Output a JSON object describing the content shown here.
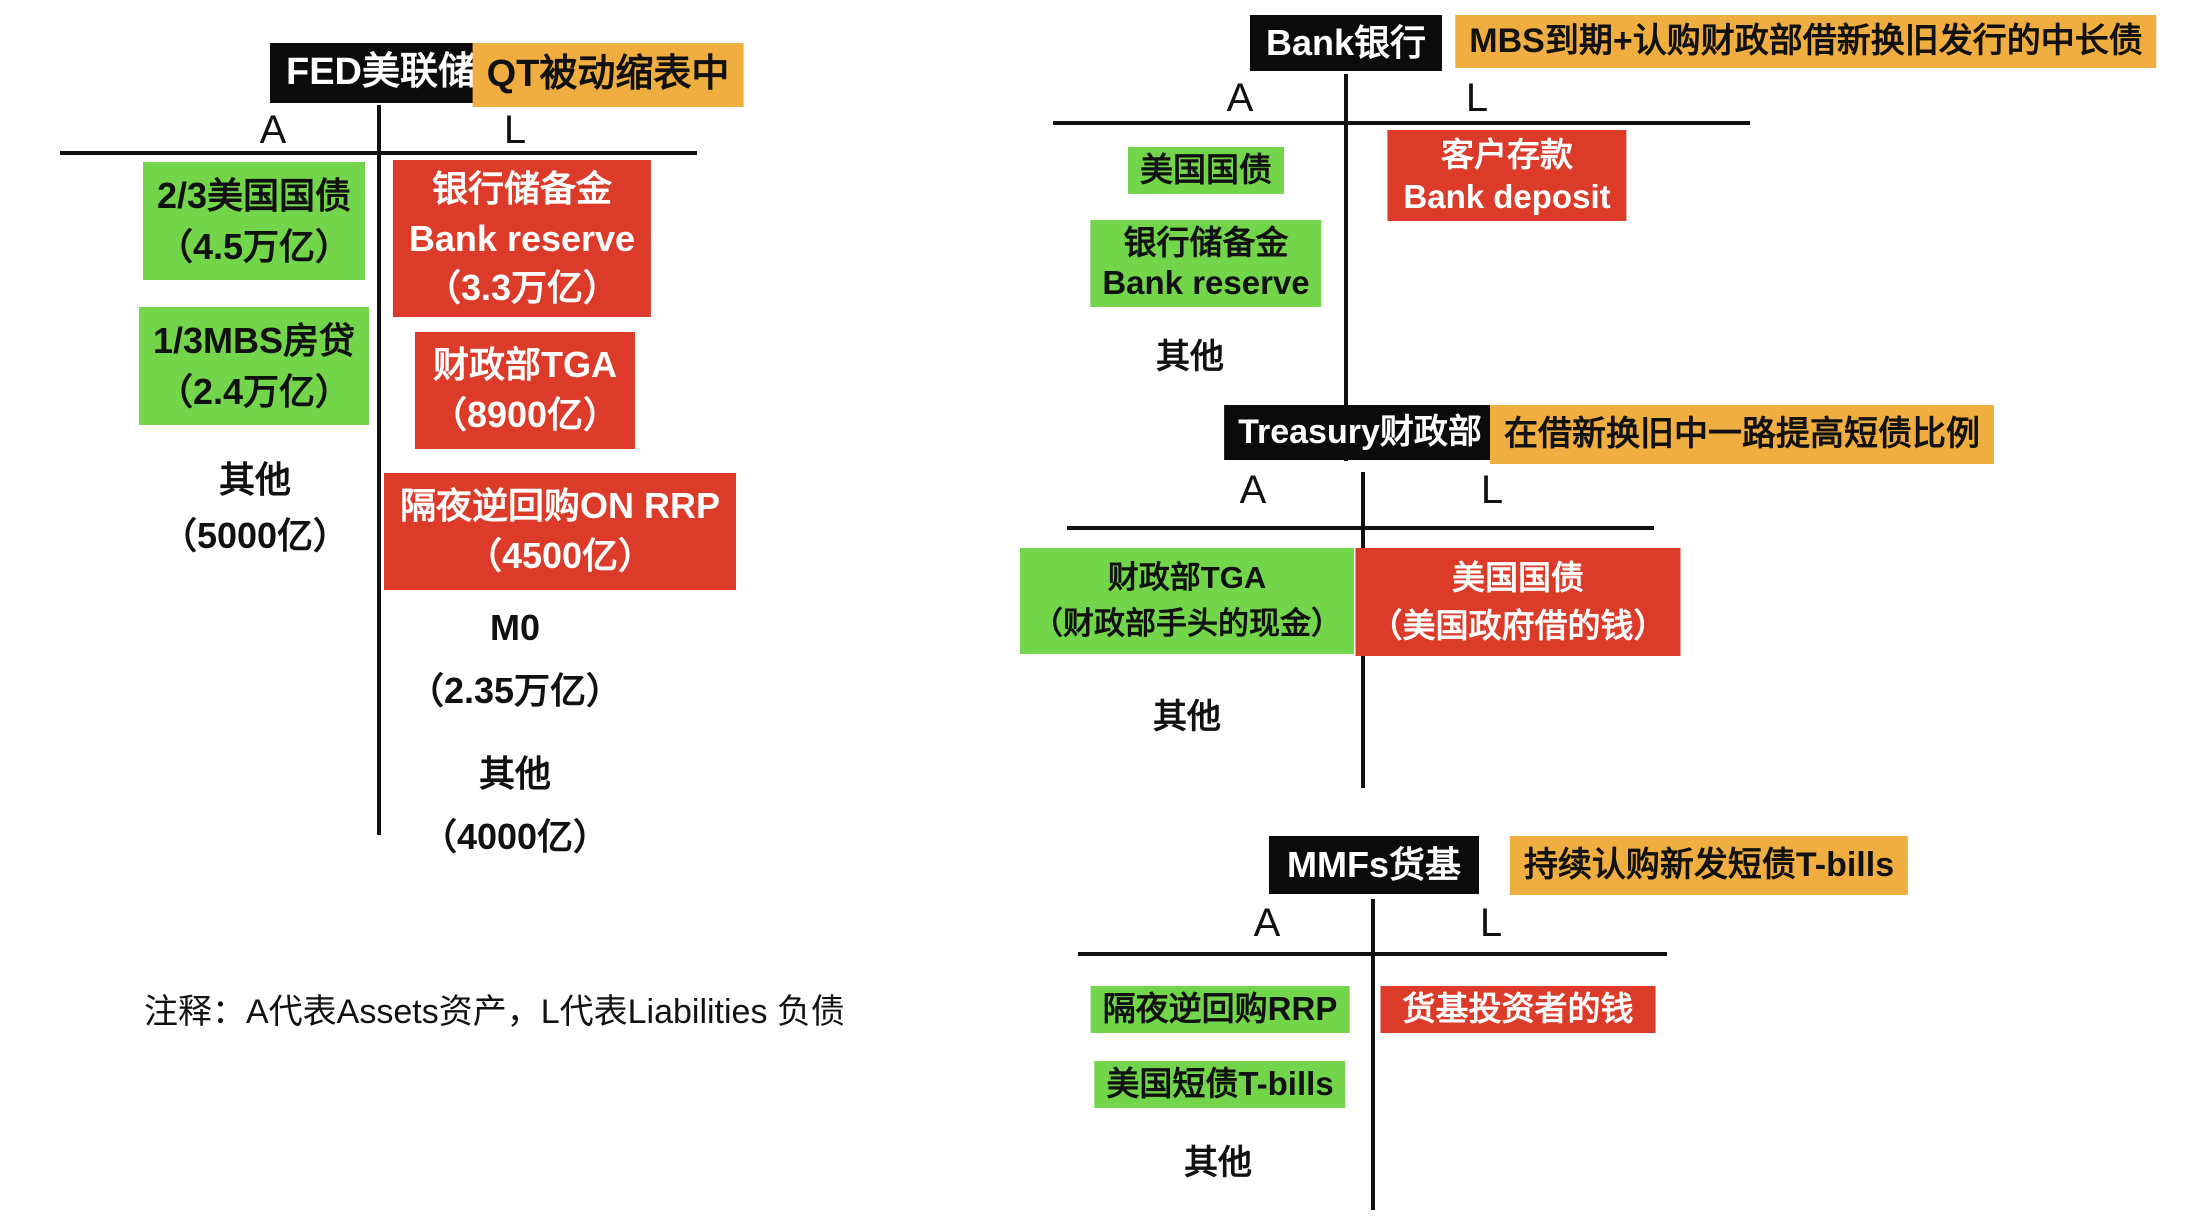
{
  "palette": {
    "green": "#72D54A",
    "red": "#DD3B29",
    "orange": "#F0AE41",
    "ink": "#0b0b0b"
  },
  "fed": {
    "title": "FED美联储",
    "tag": "QT被动缩表中",
    "a_label": "A",
    "l_label": "L",
    "a1": "2/3美国国债\n（4.5万亿）",
    "a2": "1/3MBS房贷\n（2.4万亿）",
    "a3": "其他\n（5000亿）",
    "l1": "银行储备金\nBank reserve\n（3.3万亿）",
    "l2": "财政部TGA\n（8900亿）",
    "l3": "隔夜逆回购ON RRP\n（4500亿）",
    "l4": "M0\n（2.35万亿）",
    "l5": "其他\n（4000亿）"
  },
  "bank": {
    "title": "Bank银行",
    "tag": "MBS到期+认购财政部借新换旧发行的中长债",
    "a_label": "A",
    "l_label": "L",
    "a1": "美国国债",
    "a2": "银行储备金\nBank reserve",
    "a3": "其他",
    "l1": "客户存款\nBank deposit"
  },
  "treasury": {
    "title": "Treasury财政部",
    "tag": "在借新换旧中一路提高短债比例",
    "a_label": "A",
    "l_label": "L",
    "a1": "财政部TGA\n（财政部手头的现金）",
    "a2": "其他",
    "l1": "美国国债\n（美国政府借的钱）"
  },
  "mmf": {
    "title": "MMFs货基",
    "tag": "持续认购新发短债T-bills",
    "a_label": "A",
    "l_label": "L",
    "a1": "隔夜逆回购RRP",
    "a2": "美国短债T-bills",
    "a3": "其他",
    "l1": "货基投资者的钱"
  },
  "note": "注释：A代表Assets资产，L代表Liabilities 负债"
}
